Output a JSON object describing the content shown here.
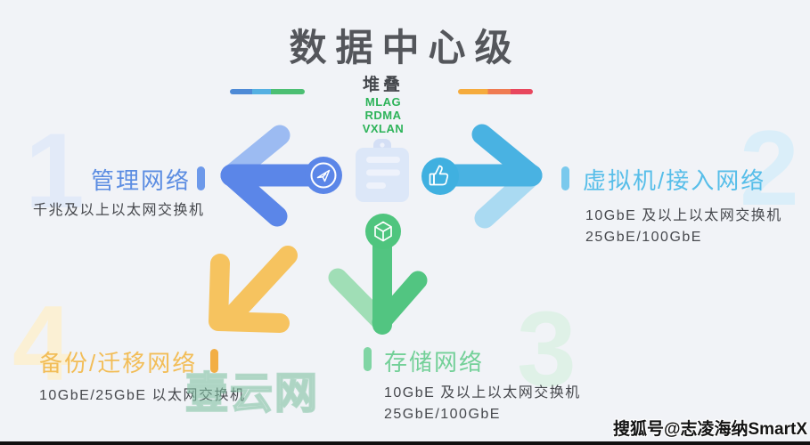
{
  "title": "数据中心级",
  "center": {
    "stack": "堆叠",
    "protocols": [
      "MLAG",
      "RDMA",
      "VXLAN"
    ]
  },
  "sections": {
    "management": {
      "number": "1",
      "label": "管理网络",
      "spec1": "千兆及以上以太网交换机"
    },
    "vm_access": {
      "number": "2",
      "label": "虚拟机/接入网络",
      "spec1": "10GbE 及以上以太网交换机",
      "spec2": "25GbE/100GbE"
    },
    "storage": {
      "number": "3",
      "label": "存储网络",
      "spec1": "10GbE 及以上以太网交换机",
      "spec2": "25GbE/100GbE"
    },
    "backup": {
      "number": "4",
      "label": "备份/迁移网络",
      "spec1": "10GbE/25GbE 以太网交换机"
    }
  },
  "watermarks": {
    "site": "壹云网",
    "sohu": "搜狐号@志凌海纳SmartX"
  },
  "icons": {
    "paper_plane": "paper-plane-icon",
    "thumbs_up": "thumbs-up-icon",
    "cube": "cube-icon",
    "clipboard": "clipboard-icon"
  },
  "colors": {
    "background": "#f1f3f7",
    "title_text": "#54565b",
    "protocol_green": "#2db359",
    "management_blue": "#5b86e8",
    "management_blue_light": "#9cbbf2",
    "vm_cyan": "#49b2e2",
    "vm_cyan_light": "#aadaf2",
    "storage_green": "#52c581",
    "storage_green_light": "#a0deb6",
    "backup_yellow": "#f6c35f",
    "spec_text": "#46484d",
    "number1": "#e2eaf8",
    "number2": "#daeef9",
    "number3": "#dff1e7",
    "number4": "#fbf0d4"
  }
}
